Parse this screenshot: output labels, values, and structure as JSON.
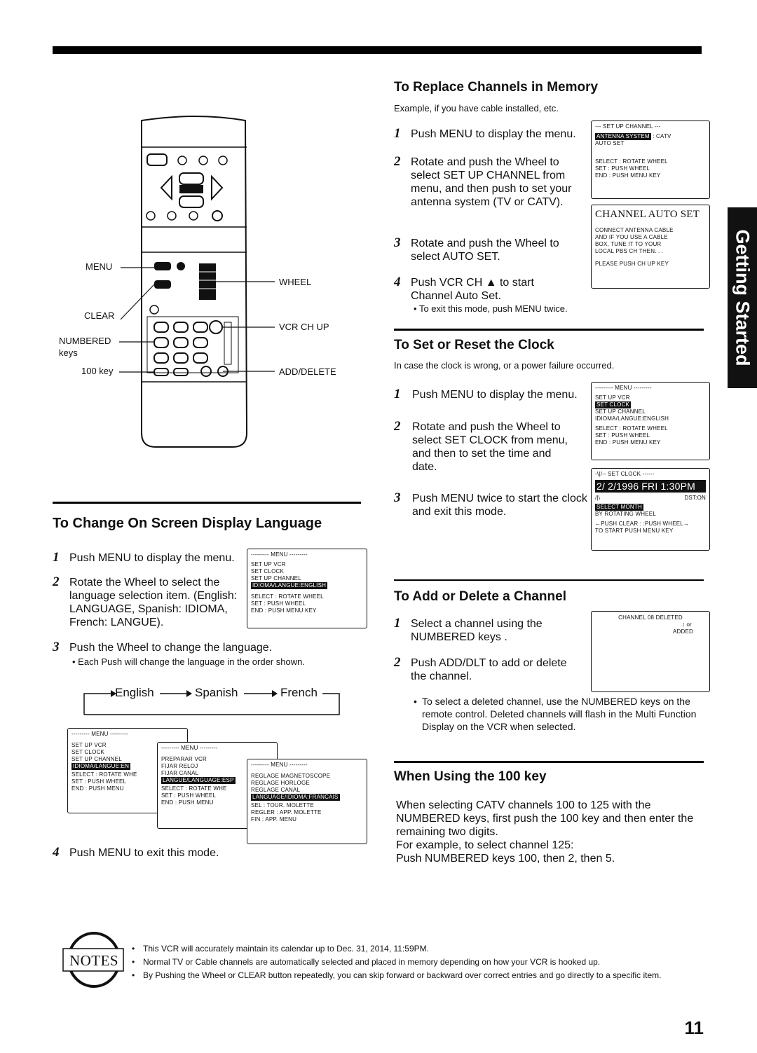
{
  "sidebar": {
    "label": "Getting Started"
  },
  "remote": {
    "callouts": {
      "menu": "MENU",
      "clear": "CLEAR",
      "numbered": "NUMBERED",
      "keys": "keys",
      "key100": "100 key",
      "wheel": "WHEEL",
      "vcr_ch_up": "VCR CH UP",
      "add_delete": "ADD/DELETE"
    }
  },
  "replace": {
    "title": "To Replace Channels in Memory",
    "intro": "Example, if you have cable installed, etc.",
    "steps": [
      {
        "n": "1",
        "text": "Push MENU to display the menu."
      },
      {
        "n": "2",
        "text": "Rotate and push the Wheel to select SET UP CHANNEL from menu, and then push to set your antenna system (TV or CATV)."
      },
      {
        "n": "3",
        "text": "Rotate and push the Wheel to select AUTO SET."
      },
      {
        "n": "4",
        "text": "Push VCR CH ▲ to start Channel Auto Set."
      }
    ],
    "note": "To exit this mode, push MENU twice.",
    "screen1": {
      "header": "--- SET UP CHANNEL ---",
      "antenna_label": "ANTENNA SYSTEM",
      "antenna_value": ": CATV",
      "auto_set": "AUTO SET",
      "rows": [
        "SELECT : ROTATE WHEEL",
        "SET : PUSH WHEEL",
        "END : PUSH MENU KEY"
      ]
    },
    "screen2": {
      "title": "CHANNEL AUTO SET",
      "lines": [
        "CONNECT ANTENNA CABLE",
        "AND IF YOU USE A CABLE",
        "BOX, TUNE IT TO YOUR",
        "LOCAL PBS CH THEN. . ."
      ],
      "footer": "PLEASE PUSH CH UP KEY"
    }
  },
  "clock": {
    "title": "To Set or Reset the Clock",
    "intro": "In case the clock is wrong, or a power failure occurred.",
    "steps": [
      {
        "n": "1",
        "text": "Push MENU to display the menu."
      },
      {
        "n": "2",
        "text": "Rotate and push the Wheel to select SET CLOCK from menu, and then to set the time and date."
      },
      {
        "n": "3",
        "text": "Push MENU twice to start the clock and exit this mode."
      }
    ],
    "screen1": {
      "header": "--------- MENU ---------",
      "items": [
        "SET UP VCR",
        "SET CLOCK",
        "SET UP CHANNEL",
        "IDIOMA/LANGUE:ENGLISH"
      ],
      "rows": [
        "SELECT : ROTATE WHEEL",
        "SET : PUSH WHEEL",
        "END : PUSH MENU KEY"
      ]
    },
    "screen2": {
      "header": "-\\|/-- SET CLOCK ------",
      "datetime": "2/ 2/1996 FRI  1:30PM",
      "dst_left": "/|\\",
      "dst": "DST:ON",
      "select_month": "SELECT MONTH",
      "by_rotating": "BY ROTATING WHEEL",
      "row1": "←PUSH CLEAR : :PUSH WHEEL→",
      "row2": "TO START PUSH MENU KEY"
    }
  },
  "language": {
    "title": "To Change On Screen Display Language",
    "steps": [
      {
        "n": "1",
        "text": "Push MENU to display the menu."
      },
      {
        "n": "2",
        "text": "Rotate the Wheel to select the language selection item. (English: LANGUAGE, Spanish: IDIOMA, French: LANGUE)."
      },
      {
        "n": "3",
        "text": "Push the Wheel to change the language."
      },
      {
        "n": "4",
        "text": "Push MENU to exit this mode."
      }
    ],
    "note": "Each Push will change the language in the order shown.",
    "cycle": [
      "English",
      "Spanish",
      "French"
    ],
    "screen": {
      "header": "--------- MENU ---------",
      "items": [
        "SET UP VCR",
        "SET CLOCK",
        "SET UP CHANNEL",
        "IDIOMA/LANGUE:ENGLISH"
      ],
      "rows": [
        "SELECT : ROTATE WHEEL",
        "SET : PUSH WHEEL",
        "END : PUSH MENU KEY"
      ]
    },
    "screen_en": {
      "header": "--------- MENU ---------",
      "items": [
        "SET UP VCR",
        "SET CLOCK",
        "SET UP CHANNEL",
        "IDIOMA/LANGUE:EN"
      ],
      "rows": [
        "SELECT : ROTATE WHE",
        "SET : PUSH WHEEL",
        "END : PUSH MENU"
      ]
    },
    "screen_es": {
      "header": "--------- MENU ---------",
      "items": [
        "PREPARAR VCR",
        "FIJAR RELOJ",
        "FIJAR CANAL",
        "LANGUE/LANGUAGE:ESP"
      ],
      "rows": [
        "SELECT : ROTATE WHE",
        "SET : PUSH WHEEL",
        "END : PUSH MENU"
      ]
    },
    "screen_fr": {
      "header": "--------- MENU ---------",
      "items": [
        "REGLAGE MAGNETOSCOPE",
        "REGLAGE HORLOGE",
        "REGLAGE CANAL",
        "LANGUAGE/IDIOMA:FRANCAIS"
      ],
      "rows": [
        "SEL : TOUR. MOLETTE",
        "REGLER : APP. MOLETTE",
        "FIN : APP. MENU"
      ]
    }
  },
  "add": {
    "title": "To Add or Delete a Channel",
    "steps": [
      {
        "n": "1",
        "text": "Select a channel using the NUMBERED keys ."
      },
      {
        "n": "2",
        "text": "Push ADD/DLT to add or delete the channel."
      }
    ],
    "note": "To select a deleted channel, use the NUMBERED keys on the remote control. Deleted channels will flash in the Multi Function Display on the VCR when selected.",
    "screen": {
      "line1": "CHANNEL 08 DELETED",
      "or": "or",
      "added": "ADDED"
    }
  },
  "key100": {
    "title": "When Using the 100 key",
    "p1": "When selecting CATV channels 100 to 125 with the NUMBERED keys, first push the 100 key and then enter the remaining two digits.",
    "p2": "For example, to select channel 125:",
    "p3": "Push NUMBERED keys 100, then 2, then 5."
  },
  "notes": {
    "badge": "NOTES",
    "items": [
      "This VCR will accurately maintain its calendar up to Dec. 31, 2014, 11:59PM.",
      "Normal TV or Cable channels are automatically selected and placed in memory depending on how your VCR is hooked up.",
      "By Pushing the Wheel or CLEAR button repeatedly, you can skip forward or backward over correct entries and go directly to a specific item."
    ]
  },
  "page_number": "11"
}
